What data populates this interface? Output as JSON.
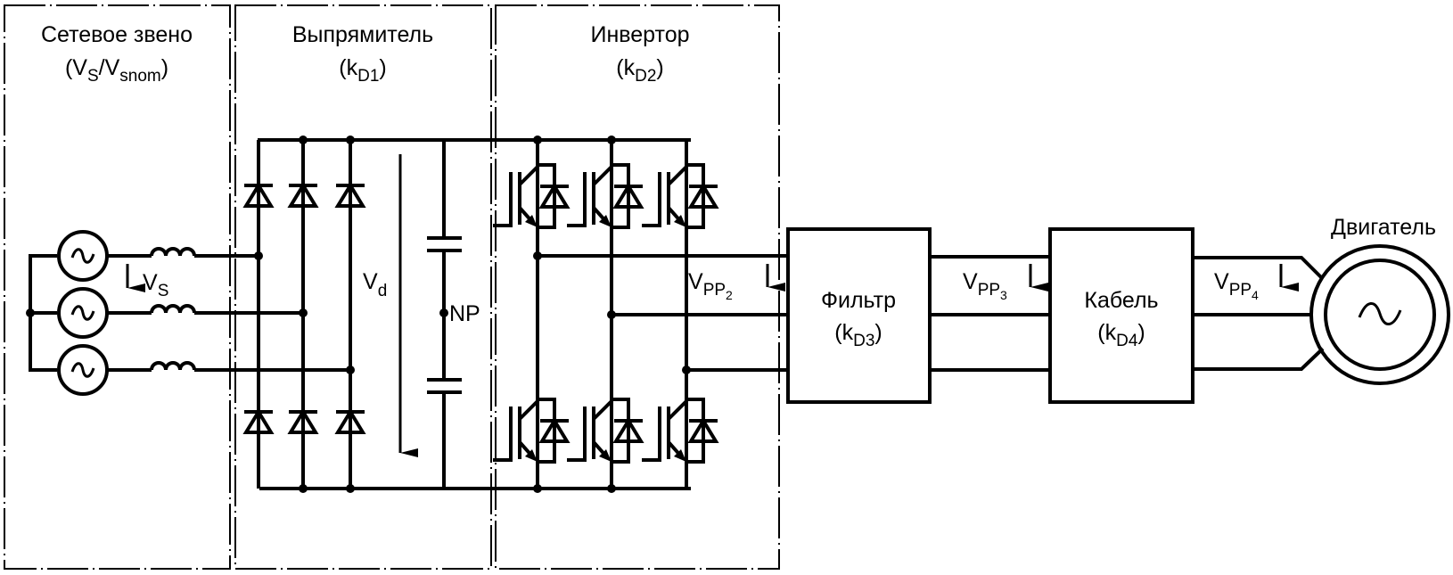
{
  "diagram": {
    "title": "Drive system structure (grid – rectifier – inverter – filter – cable – motor)",
    "sections": {
      "grid": {
        "title": "Сетевое звено",
        "param_main": "V",
        "param_sub1": "S",
        "param_sep": "/V",
        "param_sub2": "snom",
        "open": "(",
        "close": ")"
      },
      "rectifier": {
        "title": "Выпрямитель",
        "param_main": "k",
        "param_sub": "D1",
        "open": "(",
        "close": ")"
      },
      "inverter": {
        "title": "Инвертор",
        "param_main": "k",
        "param_sub": "D2",
        "open": "(",
        "close": ")"
      }
    },
    "blocks": {
      "filter": {
        "title": "Фильтр",
        "param_main": "k",
        "param_sub": "D3",
        "open": "(",
        "close": ")"
      },
      "cable": {
        "title": "Кабель",
        "param_main": "k",
        "param_sub": "D4",
        "open": "(",
        "close": ")"
      },
      "motor": {
        "title": "Двигатель"
      }
    },
    "labels": {
      "vs": {
        "main": "V",
        "sub": "S"
      },
      "vd": {
        "main": "V",
        "sub": "d"
      },
      "np": "NP",
      "vpp2": {
        "main": "V",
        "sub": "PP",
        "subsub": "2"
      },
      "vpp3": {
        "main": "V",
        "sub": "PP",
        "subsub": "3"
      },
      "vpp4": {
        "main": "V",
        "sub": "PP",
        "subsub": "4"
      }
    },
    "components": {
      "ac_sources": 3,
      "inductors": 3,
      "rectifier_diodes": 6,
      "dc_capacitors": 2,
      "igbt_modules": 6,
      "phases": 3
    }
  }
}
